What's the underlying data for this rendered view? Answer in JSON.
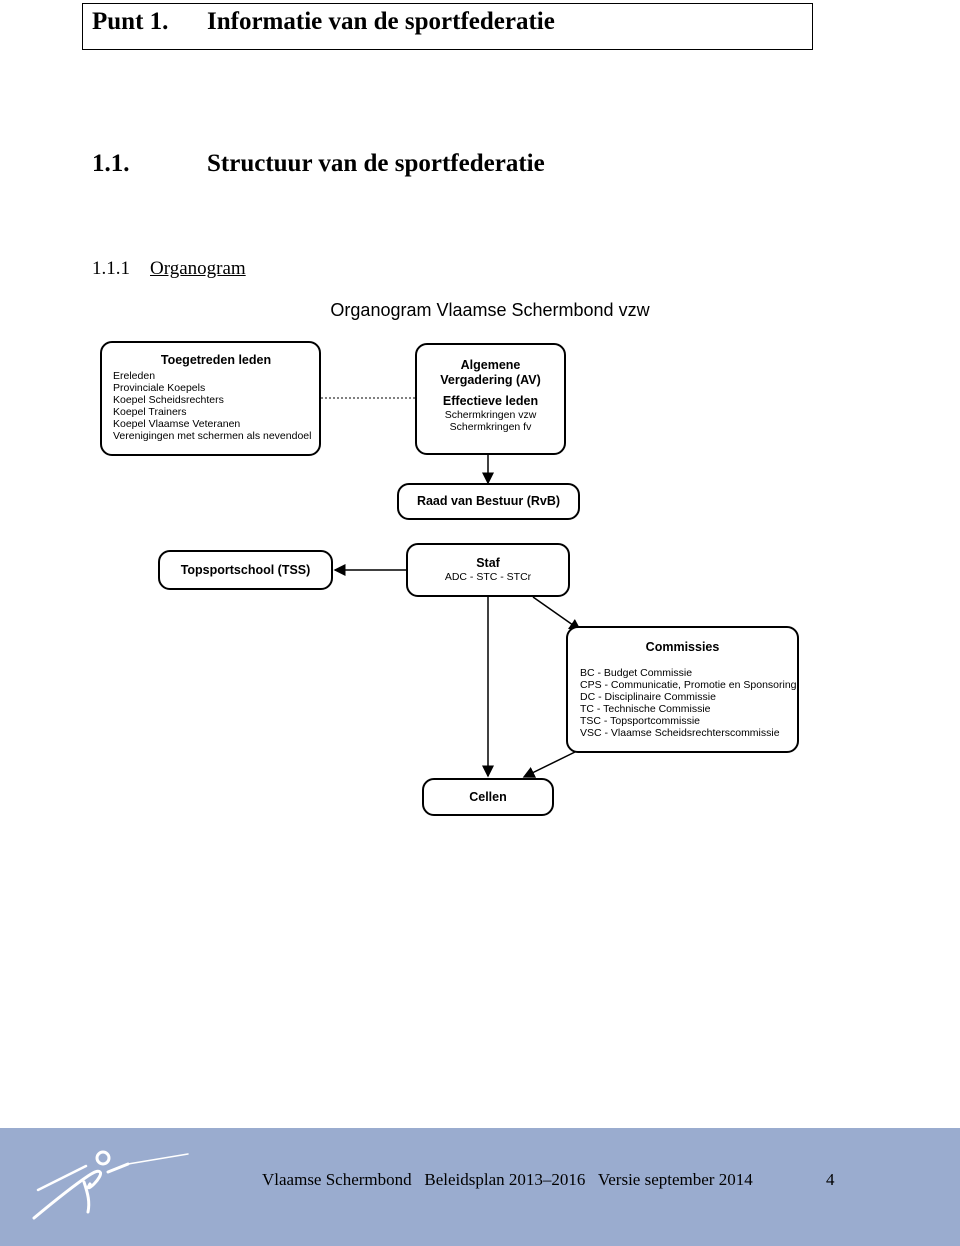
{
  "header": {
    "punt_number": "Punt 1.",
    "punt_title": "Informatie van de sportfederatie",
    "section_number": "1.1.",
    "section_title": "Structuur van de sportfederatie",
    "subsection_number": "1.1.1",
    "subsection_title": "Organogram"
  },
  "organogram": {
    "title": "Organogram Vlaamse Schermbond vzw",
    "toegetreden": {
      "heading": "Toegetreden leden",
      "items": [
        "Ereleden",
        "Provinciale Koepels",
        "Koepel Scheidsrechters",
        "Koepel Trainers",
        "Koepel Vlaamse Veteranen",
        "Verenigingen met schermen als nevendoel"
      ]
    },
    "av": {
      "heading_line1": "Algemene",
      "heading_line2": "Vergadering (AV)",
      "subheading": "Effectieve leden",
      "items": [
        "Schermkringen vzw",
        "Schermkringen fv"
      ]
    },
    "rvb": {
      "label": "Raad van Bestuur (RvB)"
    },
    "tss": {
      "label": "Topsportschool (TSS)"
    },
    "staf": {
      "heading": "Staf",
      "sub": "ADC - STC - STCr"
    },
    "commissies": {
      "heading": "Commissies",
      "items": [
        "BC - Budget Commissie",
        "CPS - Communicatie, Promotie en Sponsoring",
        "DC - Disciplinaire Commissie",
        "TC - Technische Commissie",
        "TSC - Topsportcommissie",
        "VSC - Vlaamse Scheidsrechterscommissie"
      ]
    },
    "cellen": {
      "label": "Cellen"
    }
  },
  "footer": {
    "text": "Vlaamse Schermbond   Beleidsplan 2013–2016   Versie september 2014",
    "page_number": "4",
    "logo_icon": "fencer-logo-icon",
    "background_color": "#9aaccf"
  }
}
